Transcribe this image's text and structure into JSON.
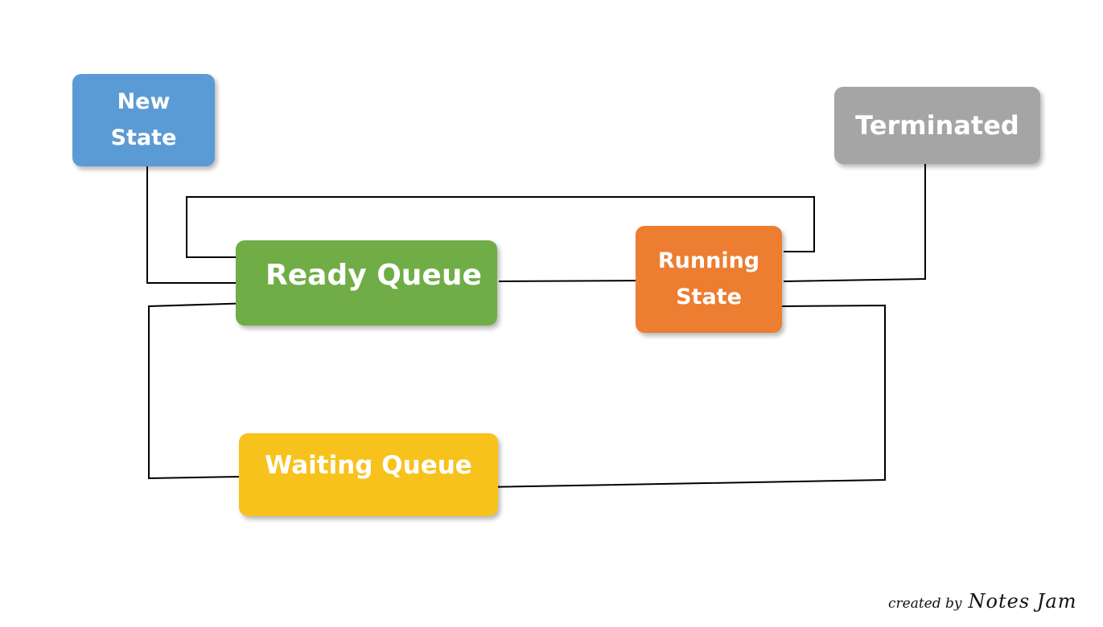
{
  "nodes": {
    "new_state": {
      "line1": "New",
      "line2": "State",
      "color": "#5b9bd5"
    },
    "terminated": {
      "label": "Terminated",
      "color": "#a5a5a5"
    },
    "ready_queue": {
      "label": "Ready Queue",
      "color": "#70ad47"
    },
    "running_state": {
      "line1": "Running",
      "line2": "State",
      "color": "#ed7d31"
    },
    "waiting_queue": {
      "label": "Waiting Queue",
      "color": "#f8c21c"
    }
  },
  "edges": [
    {
      "from": "new_state",
      "to": "ready_queue"
    },
    {
      "from": "ready_queue",
      "to": "running_state"
    },
    {
      "from": "running_state",
      "to": "ready_queue"
    },
    {
      "from": "running_state",
      "to": "terminated"
    },
    {
      "from": "running_state",
      "to": "waiting_queue"
    },
    {
      "from": "waiting_queue",
      "to": "ready_queue"
    }
  ],
  "credit": {
    "prefix": "created by",
    "brand": "Notes Jam"
  }
}
